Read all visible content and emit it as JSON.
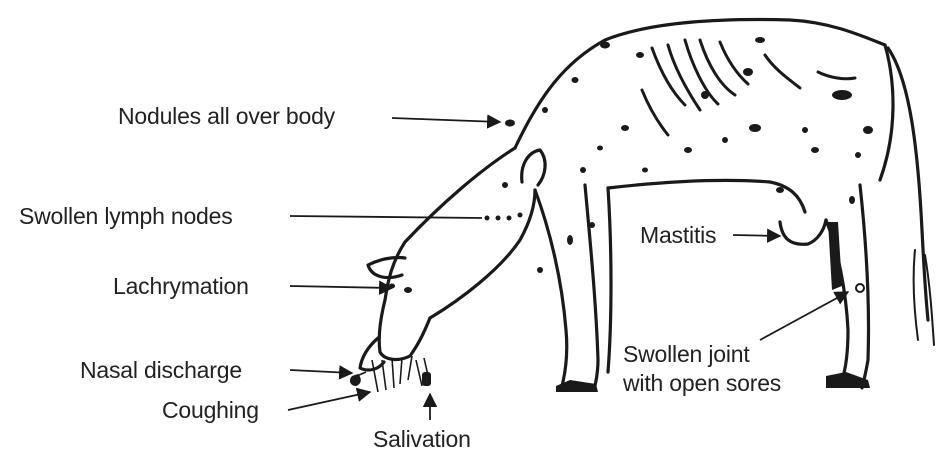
{
  "diagram": {
    "labels": {
      "nodules": "Nodules all over body",
      "lymph": "Swollen lymph nodes",
      "lachrymation": "Lachrymation",
      "nasal": "Nasal discharge",
      "coughing": "Coughing",
      "salivation": "Salivation",
      "mastitis": "Mastitis",
      "joint_line1": "Swollen joint",
      "joint_line2": "with open sores"
    },
    "colors": {
      "ink": "#1a1a1a",
      "background": "#ffffff"
    }
  }
}
